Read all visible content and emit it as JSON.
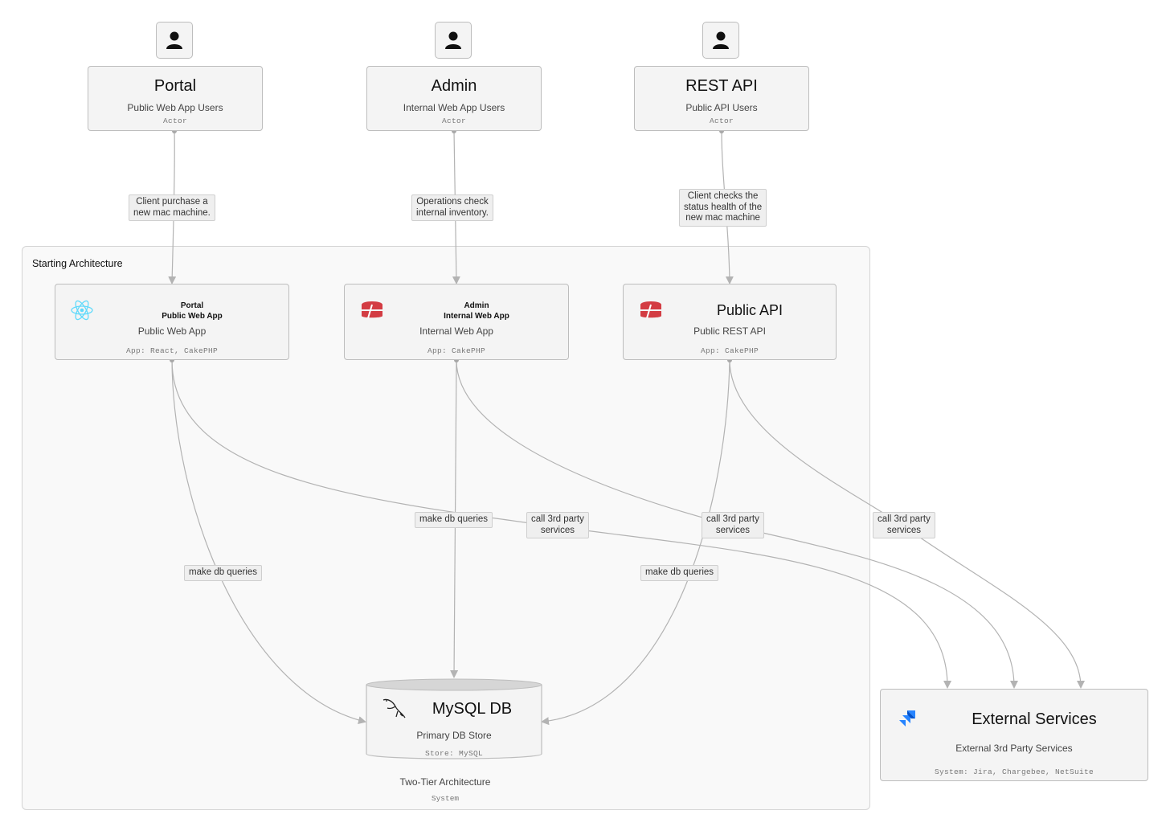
{
  "actors": [
    {
      "title": "Portal",
      "subtitle": "Public Web App Users",
      "kind": "Actor",
      "icon": "person-icon"
    },
    {
      "title": "Admin",
      "subtitle": "Internal Web App Users",
      "kind": "Actor",
      "icon": "person-icon"
    },
    {
      "title": "REST API",
      "subtitle": "Public API Users",
      "kind": "Actor",
      "icon": "person-icon"
    }
  ],
  "boundary": {
    "title": "Starting Architecture",
    "system_name": "Two-Tier Architecture",
    "system_kind": "System"
  },
  "containers": [
    {
      "name": "Portal",
      "name2": "Public Web App",
      "subtitle": "Public Web App",
      "tech": "App: React, CakePHP",
      "icon": "react-icon"
    },
    {
      "name": "Admin",
      "name2": "Internal Web App",
      "subtitle": "Internal Web App",
      "tech": "App: CakePHP",
      "icon": "cakephp-icon"
    },
    {
      "name": "Public API",
      "subtitle": "Public REST API",
      "tech": "App: CakePHP",
      "icon": "cakephp-icon"
    }
  ],
  "database": {
    "title": "MySQL DB",
    "subtitle": "Primary DB Store",
    "tech": "Store: MySQL",
    "icon": "mysql-dolphin-icon"
  },
  "external": {
    "title": "External Services",
    "subtitle": "External 3rd Party Services",
    "tech": "System: Jira, Chargebee, NetSuite",
    "icon": "jira-icon"
  },
  "edge_labels": {
    "portal_in": [
      "Client purchase a",
      "new mac machine."
    ],
    "admin_in": [
      "Operations check",
      "internal inventory."
    ],
    "api_in": [
      "Client checks the",
      "status health of the",
      "new mac machine"
    ],
    "db_portal": "make db queries",
    "db_admin": "make db queries",
    "db_api": "make db queries",
    "ext_portal": [
      "call 3rd party",
      "services"
    ],
    "ext_admin": [
      "call 3rd party",
      "services"
    ],
    "ext_api": [
      "call 3rd party",
      "services"
    ]
  },
  "colors": {
    "edge": "#b3b3b3",
    "react": "#61dafb",
    "cakephp": "#d33c43",
    "jira": "#2684ff"
  }
}
